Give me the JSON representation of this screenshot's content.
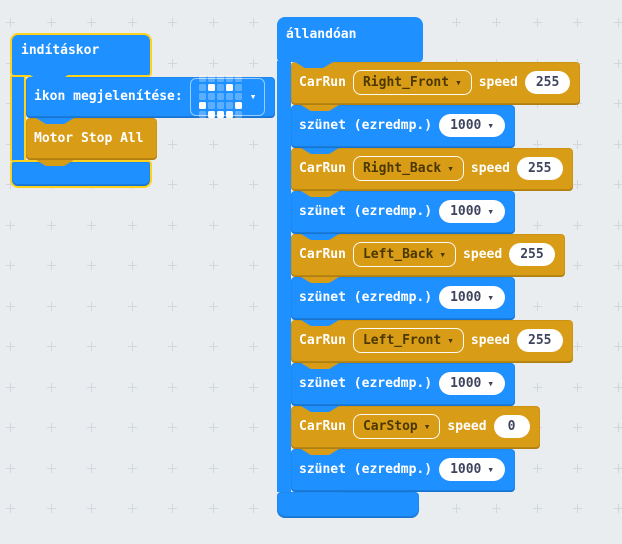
{
  "colors": {
    "workspace_bg": "#e9edef",
    "grid_cross": "#d1d7da",
    "block_blue": "#1e90ff",
    "block_orange": "#d99c16",
    "selection_yellow": "#ffd21e",
    "dropdown_text": "#4a3800",
    "pill_text": "#3f445e"
  },
  "on_start": {
    "title": "indításkor",
    "selected": true,
    "show_icon_block": {
      "label": "ikon megjelenítése:",
      "icon_name": "happy-face-led-pattern",
      "icon_grid": [
        [
          0,
          0,
          0,
          0,
          0
        ],
        [
          0,
          1,
          0,
          1,
          0
        ],
        [
          0,
          0,
          0,
          0,
          0
        ],
        [
          1,
          0,
          0,
          0,
          1
        ],
        [
          0,
          1,
          1,
          1,
          0
        ]
      ],
      "dropdown_arrow": "▾"
    },
    "motor_stop_block": {
      "label": "Motor Stop All"
    }
  },
  "forever": {
    "title": "állandóan",
    "blocks": [
      {
        "type": "car_run",
        "command": "CarRun",
        "motor": "Right_Front",
        "speed_label": "speed",
        "speed": "255",
        "dropdown_arrow": "▾"
      },
      {
        "type": "pause",
        "label": "szünet (ezredmp.)",
        "duration": "1000",
        "dropdown_arrow": "▾"
      },
      {
        "type": "car_run",
        "command": "CarRun",
        "motor": "Right_Back",
        "speed_label": "speed",
        "speed": "255",
        "dropdown_arrow": "▾"
      },
      {
        "type": "pause",
        "label": "szünet (ezredmp.)",
        "duration": "1000",
        "dropdown_arrow": "▾"
      },
      {
        "type": "car_run",
        "command": "CarRun",
        "motor": "Left_Back",
        "speed_label": "speed",
        "speed": "255",
        "dropdown_arrow": "▾"
      },
      {
        "type": "pause",
        "label": "szünet (ezredmp.)",
        "duration": "1000",
        "dropdown_arrow": "▾"
      },
      {
        "type": "car_run",
        "command": "CarRun",
        "motor": "Left_Front",
        "speed_label": "speed",
        "speed": "255",
        "dropdown_arrow": "▾"
      },
      {
        "type": "pause",
        "label": "szünet (ezredmp.)",
        "duration": "1000",
        "dropdown_arrow": "▾"
      },
      {
        "type": "car_run",
        "command": "CarRun",
        "motor": "CarStop",
        "speed_label": "speed",
        "speed": "0",
        "dropdown_arrow": "▾"
      },
      {
        "type": "pause",
        "label": "szünet (ezredmp.)",
        "duration": "1000",
        "dropdown_arrow": "▾"
      }
    ]
  }
}
